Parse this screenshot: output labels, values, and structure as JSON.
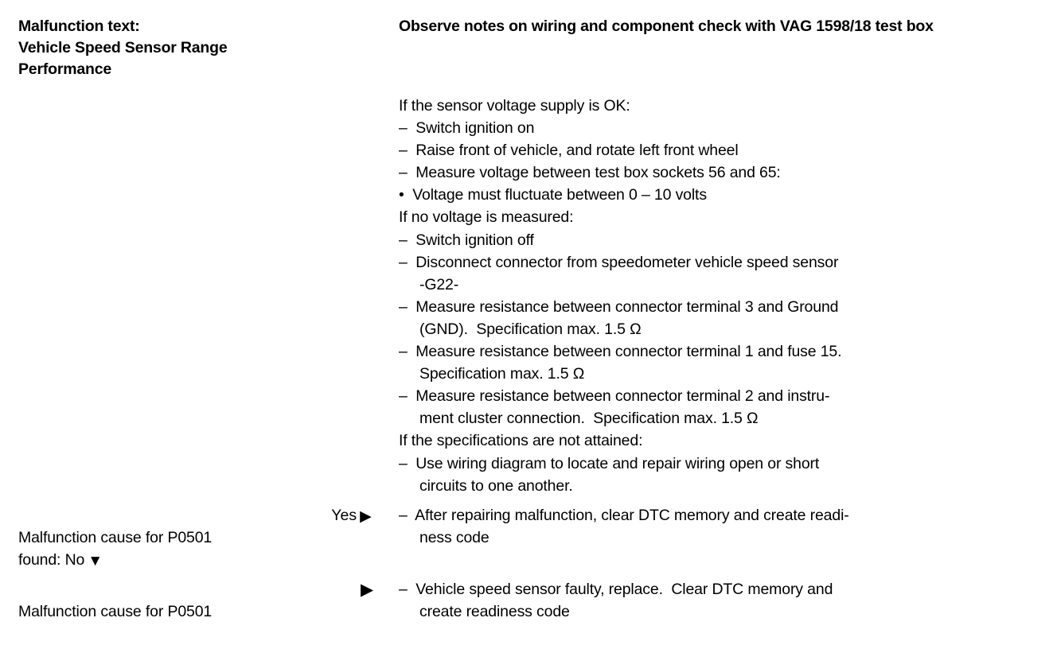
{
  "document": {
    "type": "diagnostic-procedure-table",
    "columns": 3
  },
  "header": {
    "left_title": "Malfunction text:\nVehicle Speed Sensor Range\nPerformance",
    "right_title": "Observe notes on wiring and component check with VAG 1598/18 test box"
  },
  "procedure": {
    "cond1": "If the sensor voltage supply is OK:",
    "s1": "–  Switch ignition on",
    "s2": "–  Raise front of vehicle, and rotate left front wheel",
    "s3": "–  Measure voltage between test box sockets 56 and 65:",
    "s4": "•  Voltage must fluctuate between 0 – 10 volts",
    "cond2": "If no voltage is measured:",
    "s5": "–  Switch ignition off",
    "s6": "–  Disconnect connector from speedometer vehicle speed sensor",
    "s6b": "-G22-",
    "s7": "–  Measure resistance between connector terminal 3 and Ground",
    "s7b": "(GND).  Specification max. 1.5 Ω",
    "s8": "–  Measure resistance between connector terminal 1 and fuse 15.",
    "s8b": "Specification max. 1.5 Ω",
    "s9": "–  Measure resistance between connector terminal 2 and instru-",
    "s9b": "ment cluster connection.  Specification max. 1.5 Ω",
    "cond3": "If the specifications are not attained:",
    "s10": "–  Use wiring diagram to locate and repair wiring open or short",
    "s10b": "circuits to one another."
  },
  "decision_rows": [
    {
      "question": "Malfunction cause for P0501\nfound: No",
      "down_arrow": "▼",
      "answer_label": "Yes",
      "answer_arrow": "▶",
      "action": "–  After repairing malfunction, clear DTC memory and create readi-\nness code"
    },
    {
      "question": "Malfunction cause for P0501",
      "answer_arrow": "▶",
      "action": "–  Vehicle speed sensor faulty, replace.  Clear DTC memory and\ncreate readiness code"
    }
  ],
  "colors": {
    "ink": "#000000",
    "paper": "#ffffff"
  }
}
